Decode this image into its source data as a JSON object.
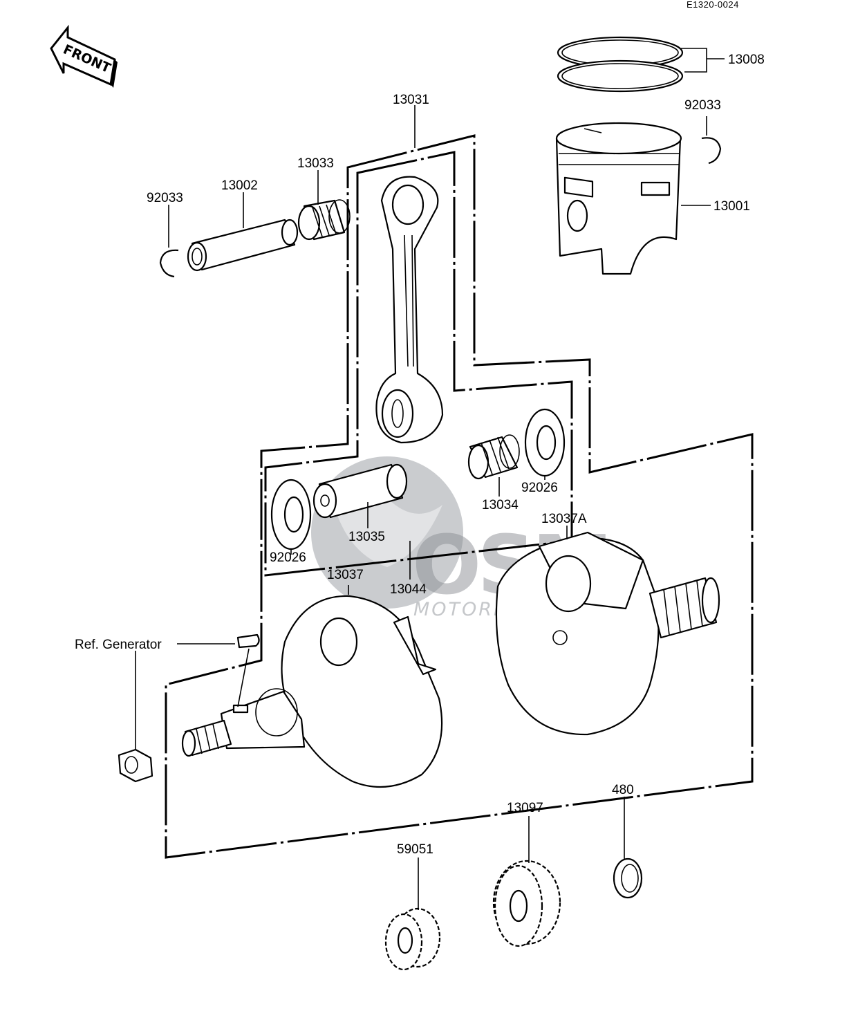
{
  "diagram": {
    "code": "E1320-0024",
    "front_label": "FRONT",
    "watermark": {
      "brand": "OSM",
      "subtitle": "MOTORPARTS"
    },
    "callouts": {
      "c13008": "13008",
      "c92033_right": "92033",
      "c13001": "13001",
      "c13031": "13031",
      "c13033": "13033",
      "c13002": "13002",
      "c92033_left": "92033",
      "c13034": "13034",
      "c92026_right": "92026",
      "c13035": "13035",
      "c92026_left": "92026",
      "c13037A": "13037A",
      "c13037": "13037",
      "c13044": "13044",
      "ref_generator": "Ref. Generator",
      "c480": "480",
      "c13097": "13097",
      "c59051": "59051"
    }
  }
}
